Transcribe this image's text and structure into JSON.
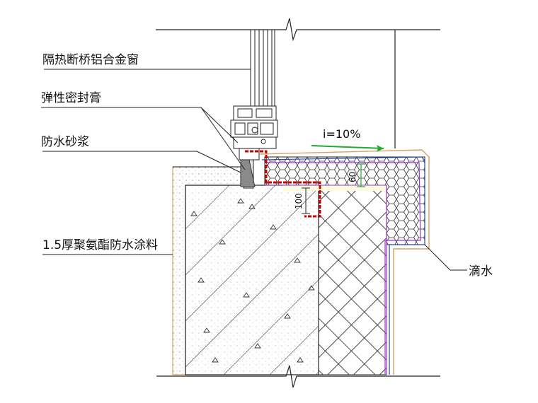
{
  "labels": {
    "window": "隔热断桥铝合金窗",
    "sealant": "弹性密封膏",
    "mortar": "防水砂浆",
    "coating": "1.5厚聚氨酯防水涂料",
    "drip": "滴水"
  },
  "annotations": {
    "slope": "i=10%",
    "dim_thickness": "60",
    "dim_return": "100"
  },
  "colors": {
    "waterproof_membrane": "#cc0000",
    "slope_arrow": "#22aa33",
    "finish_layer": "#9933cc",
    "mesh_layer": "#2244aa",
    "render_edge": "#d9a066"
  }
}
